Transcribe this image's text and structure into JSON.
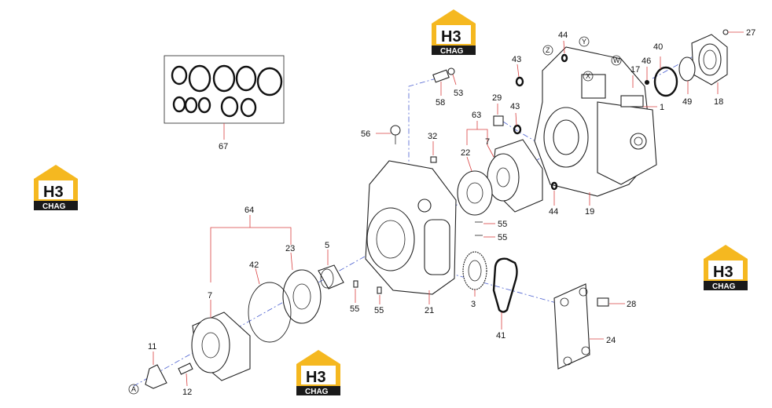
{
  "watermark": {
    "brand": "H3",
    "sub": "CHAG",
    "accent": "#f5b820",
    "dark": "#1a1a1a"
  },
  "colors": {
    "axis_line": "#4a5fd0",
    "leader_line": "#d94040",
    "outline": "#222222"
  },
  "callouts": {
    "c1": "1",
    "c3": "3",
    "c5": "5",
    "c7a": "7",
    "c7b": "7",
    "c11": "11",
    "c12": "12",
    "c17": "17",
    "c18": "18",
    "c19": "19",
    "c21": "21",
    "c22": "22",
    "c23": "23",
    "c24": "24",
    "c27": "27",
    "c28": "28",
    "c29": "29",
    "c32": "32",
    "c40": "40",
    "c41": "41",
    "c42": "42",
    "c43a": "43",
    "c43b": "43",
    "c44a": "44",
    "c44b": "44",
    "c46": "46",
    "c49": "49",
    "c53": "53",
    "c55a": "55",
    "c55b": "55",
    "c55c": "55",
    "c55d": "55",
    "c56": "56",
    "c58": "58",
    "c63": "63",
    "c64": "64",
    "c67": "67"
  },
  "letters": {
    "A": "A",
    "W": "W",
    "X": "X",
    "Y": "Y",
    "Z": "Z"
  }
}
